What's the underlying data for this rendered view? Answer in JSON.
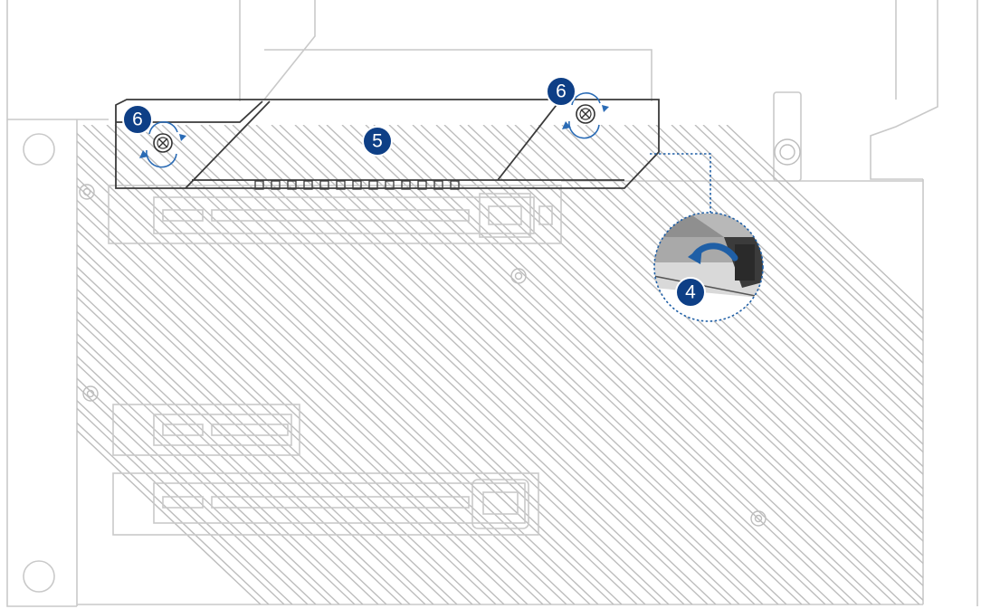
{
  "callouts": [
    {
      "id": "screw-left",
      "label": "6"
    },
    {
      "id": "screw-right",
      "label": "6"
    },
    {
      "id": "heatsink",
      "label": "5"
    },
    {
      "id": "latch",
      "label": "4"
    }
  ],
  "colors": {
    "badge": "#0e3f86",
    "arrow": "#2a6bb5",
    "outline": "#c9c9c9",
    "heatsink_edge": "#3a3a3a"
  }
}
